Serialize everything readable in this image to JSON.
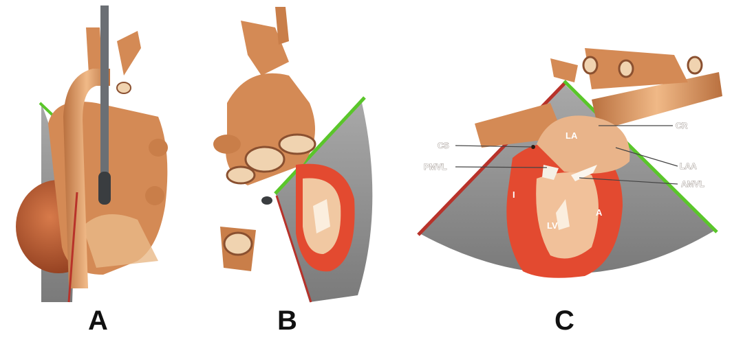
{
  "figure": {
    "panels": [
      {
        "letter": "A"
      },
      {
        "letter": "B"
      },
      {
        "letter": "C"
      }
    ],
    "labels": {
      "la": "LA",
      "cr": "CR",
      "cs": "CS",
      "laa": "LAA",
      "pmvl": "PMVL",
      "amvl": "AMVL",
      "i": "I",
      "a": "A",
      "lv": "LV"
    },
    "colors": {
      "tissue": "#d9905a",
      "tissue_light": "#f0c49a",
      "myocardium": "#e34a30",
      "sector": "#8a8a8a",
      "plane_green": "#5ac62a",
      "plane_red": "#b8322a",
      "probe": "#6b6f74"
    }
  }
}
